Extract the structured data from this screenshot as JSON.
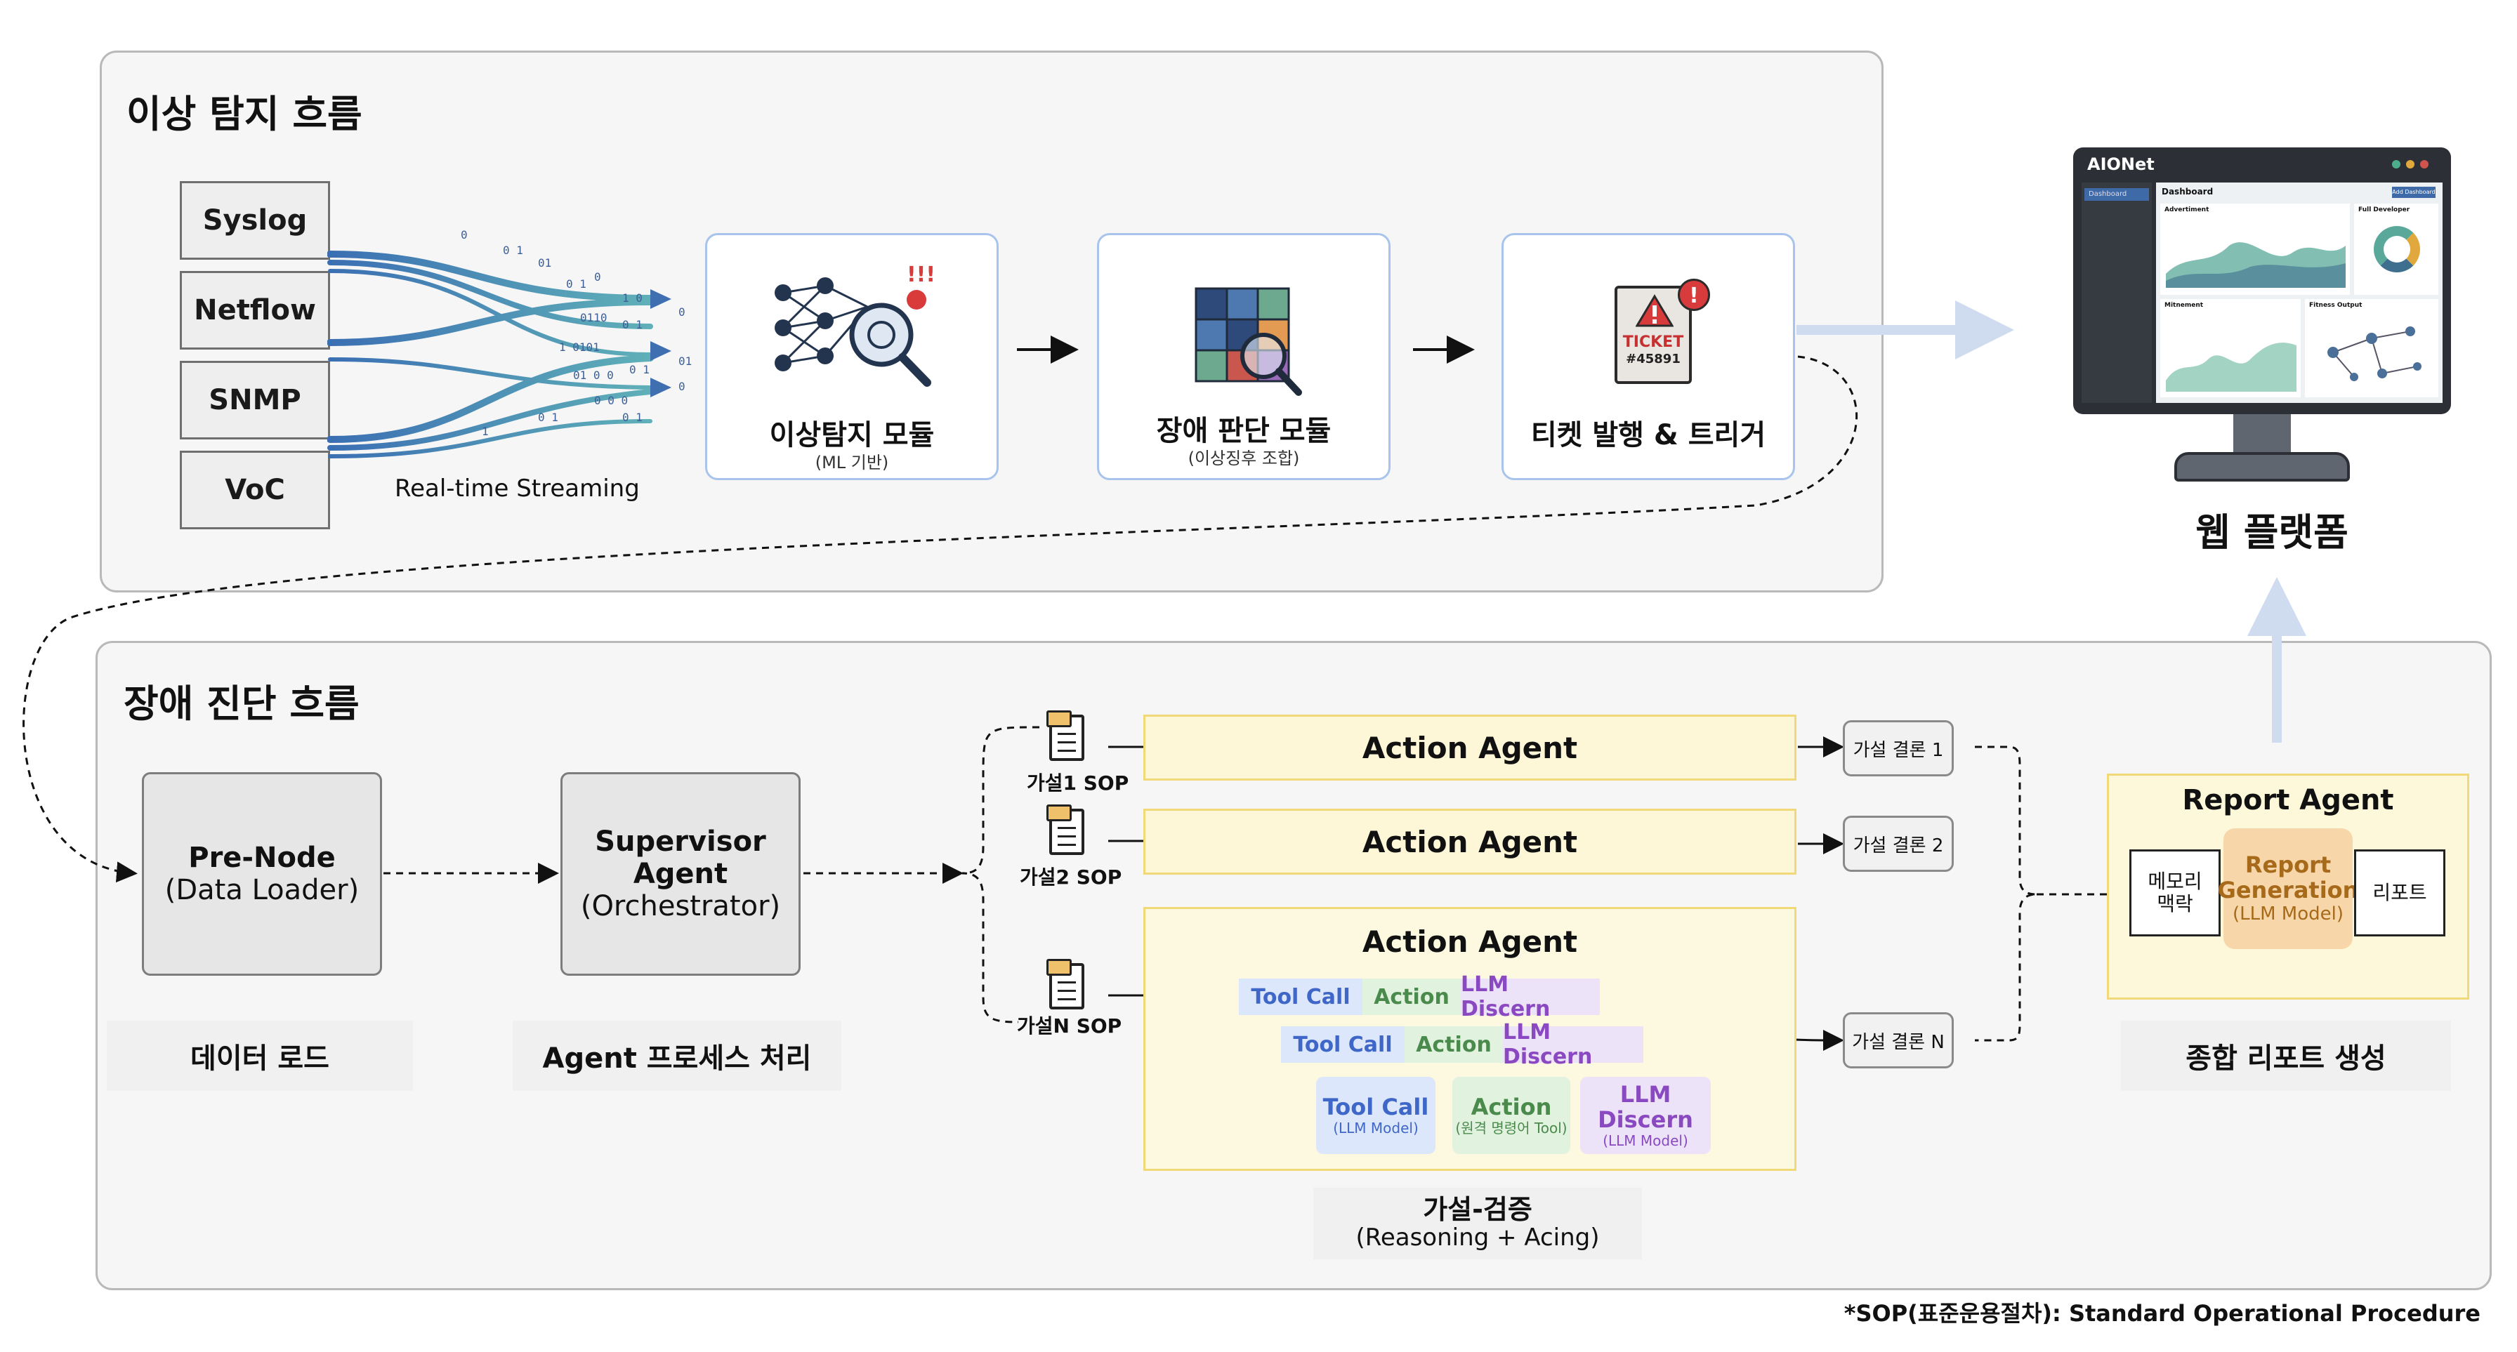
{
  "sections": {
    "anomaly_title": "이상 탐지 흐름",
    "diagnosis_title": "장애 진단 흐름"
  },
  "sources": [
    "Syslog",
    "Netflow",
    "SNMP",
    "VoC"
  ],
  "streaming_label": "Real-time Streaming",
  "modules": {
    "anomaly": {
      "title": "이상탐지 모듈",
      "sub": "(ML 기반)"
    },
    "fault": {
      "title": "장애 판단 모듈",
      "sub": "(이상징후 조합)"
    },
    "ticket": {
      "title": "티켓 발행 & 트리거",
      "icon_word": "TICKET",
      "icon_number": "#45891"
    }
  },
  "web": {
    "label": "웹 플랫폼",
    "app_name": "AIONet",
    "dashboard": "Dashboard",
    "nav_item": "Dashboard",
    "button": "Add Dashboard",
    "card1": "Advertiment",
    "card2": "Full Developer",
    "card3": "Mitnement",
    "card4": "Fitness Output"
  },
  "pipeline": {
    "prenode_line1": "Pre-Node",
    "prenode_line2": "(Data Loader)",
    "prenode_caption": "데이터 로드",
    "supervisor_line1": "Supervisor",
    "supervisor_line2": "Agent",
    "supervisor_line3": "(Orchestrator)",
    "supervisor_caption": "Agent 프로세스 처리"
  },
  "hypotheses": [
    {
      "sop": "가설1 SOP",
      "agent": "Action Agent",
      "result": "가설 결론 1"
    },
    {
      "sop": "가설2 SOP",
      "agent": "Action Agent",
      "result": "가설 결론 2"
    },
    {
      "sop": "가설N SOP",
      "agent": "Action Agent",
      "result": "가설 결론 N"
    }
  ],
  "loop": {
    "tool_call": "Tool Call",
    "action": "Action",
    "llm_discern": "LLM Discern",
    "tool_sub": "(LLM Model)",
    "action_sub": "(원격 명령어 Tool)",
    "llm_sub": "(LLM Model)"
  },
  "verify": {
    "line1": "가설-검증",
    "line2": "(Reasoning + Acing)"
  },
  "report": {
    "title": "Report Agent",
    "memory": "메모리 맥락",
    "gen_line1": "Report",
    "gen_line2": "Generation",
    "gen_line3": "(LLM Model)",
    "output": "리포트",
    "caption": "종합 리포트 생성"
  },
  "footnote": "*SOP(표준운용절차): Standard Operational Procedure",
  "colors": {
    "module_border": "#a9c4ec",
    "agent_fill": "#fdf7d8",
    "agent_border": "#f1d97a",
    "big_arrow": "#cfdcf0"
  }
}
